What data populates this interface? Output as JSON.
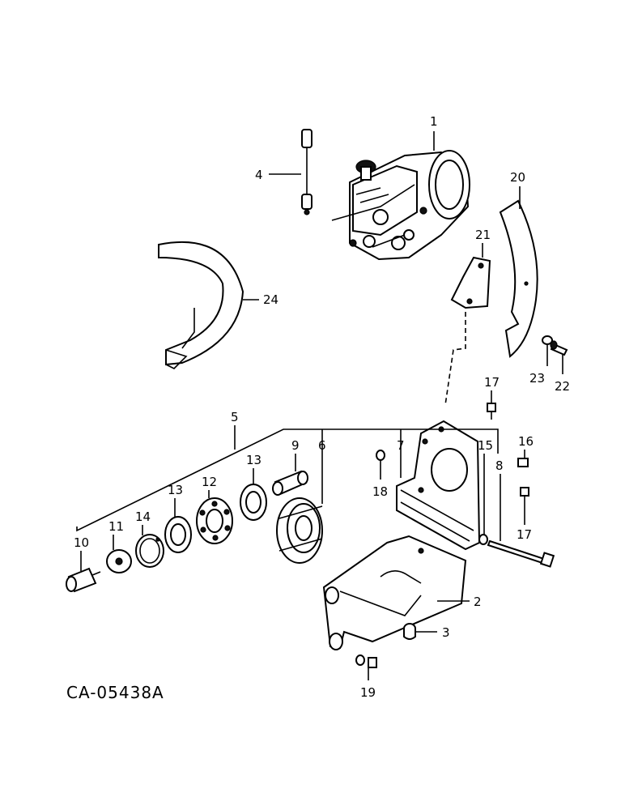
{
  "drawing_code": "CA-05438A",
  "callouts": {
    "c1": "1",
    "c2": "2",
    "c3": "3",
    "c4": "4",
    "c5": "5",
    "c6": "6",
    "c7": "7",
    "c8": "8",
    "c9": "9",
    "c10": "10",
    "c11": "11",
    "c12": "12",
    "c13a": "13",
    "c13b": "13",
    "c14": "14",
    "c15": "15",
    "c16": "16",
    "c17a": "17",
    "c17b": "17",
    "c18": "18",
    "c19": "19",
    "c20": "20",
    "c21": "21",
    "c22": "22",
    "c23": "23",
    "c24": "24"
  }
}
